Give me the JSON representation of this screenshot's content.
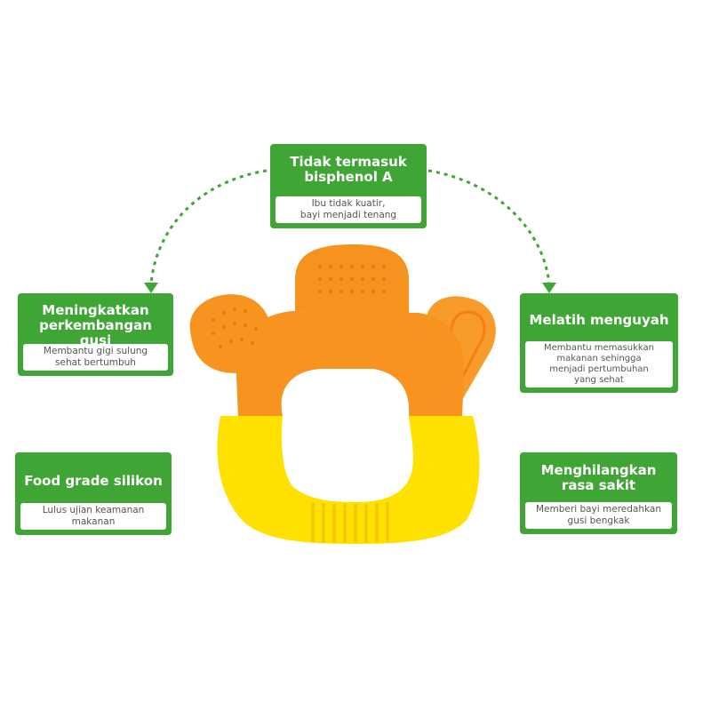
{
  "colors": {
    "card_green": "#3fa535",
    "connector_green": "#3fa535",
    "teether_orange": "#f7931e",
    "teether_yellow": "#ffe100"
  },
  "features": {
    "top": {
      "title_line1": "Tidak termasuk",
      "title_line2": "bisphenol A",
      "desc_line1": "Ibu tidak kuatir,",
      "desc_line2": "bayi menjadi tenang"
    },
    "left_top": {
      "title_line1": "Meningkatkan",
      "title_line2": "perkembangan gusi",
      "desc_line1": "Membantu gigi sulung",
      "desc_line2": "sehat bertumbuh"
    },
    "right_top": {
      "title_line1": "Melatih menguyah",
      "desc_line1": "Membantu memasukkan",
      "desc_line2": "makanan sehingga",
      "desc_line3": "menjadi pertumbuhan",
      "desc_line4": "yang sehat"
    },
    "left_bottom": {
      "title_line1": "Food grade silikon",
      "desc_line1": "Lulus ujian keamanan",
      "desc_line2": "makanan"
    },
    "right_bottom": {
      "title_line1": "Menghilangkan",
      "title_line2": "rasa sakit",
      "desc_line1": "Memberi bayi meredahkan",
      "desc_line2": "gusi bengkak"
    }
  },
  "product": {
    "icon": "teether-icon"
  }
}
